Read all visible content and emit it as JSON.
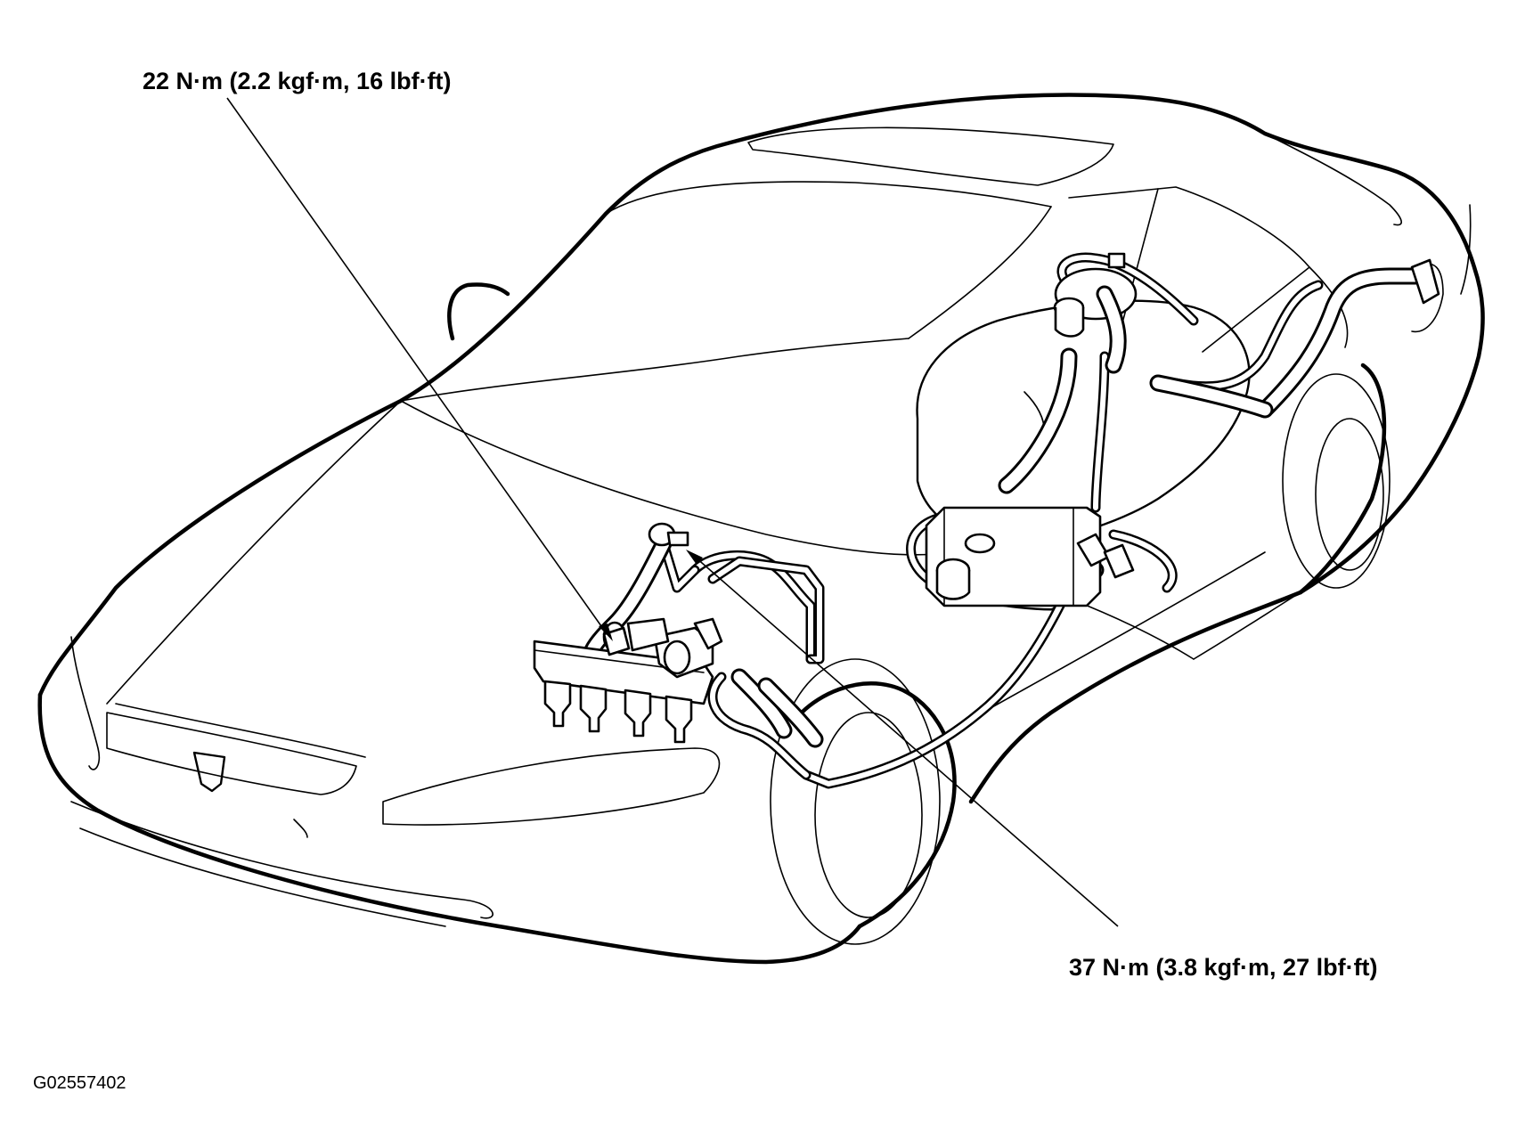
{
  "callouts": {
    "upper_torque": "22 N·m (2.2 kgf·m, 16 lbf·ft)",
    "lower_torque": "37 N·m (3.8 kgf·m, 27 lbf·ft)"
  },
  "figure_id": "G02557402",
  "colors": {
    "ink": "#000000",
    "paper": "#ffffff"
  }
}
